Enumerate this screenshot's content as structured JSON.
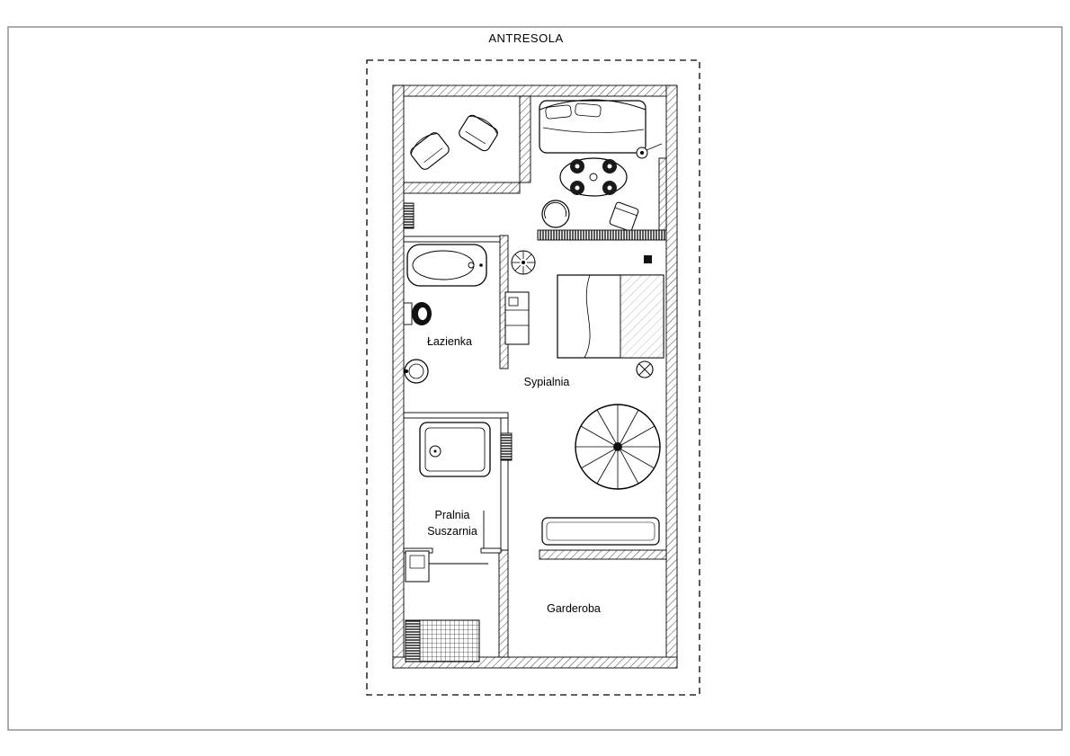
{
  "page": {
    "title": "ANTRESOLA"
  },
  "rooms": {
    "bathroom": "Łazienka",
    "bedroom": "Sypialnia",
    "laundry_line1": "Pralnia",
    "laundry_line2": "Suszarnia",
    "closet": "Garderoba"
  },
  "drawing": {
    "type": "architectural-floor-plan",
    "furniture_icons": [
      "double-bed",
      "dining-table",
      "dining-chairs",
      "armchair",
      "bathtub",
      "toilet",
      "washbasin",
      "shower-tray",
      "spiral-staircase",
      "radiator",
      "railing",
      "shelf-unit",
      "dresser",
      "water-heater",
      "drying-rack",
      "side-table",
      "lamp",
      "plant"
    ],
    "colors": {
      "line": "#000000",
      "frame": "#777777",
      "background": "#ffffff"
    }
  }
}
